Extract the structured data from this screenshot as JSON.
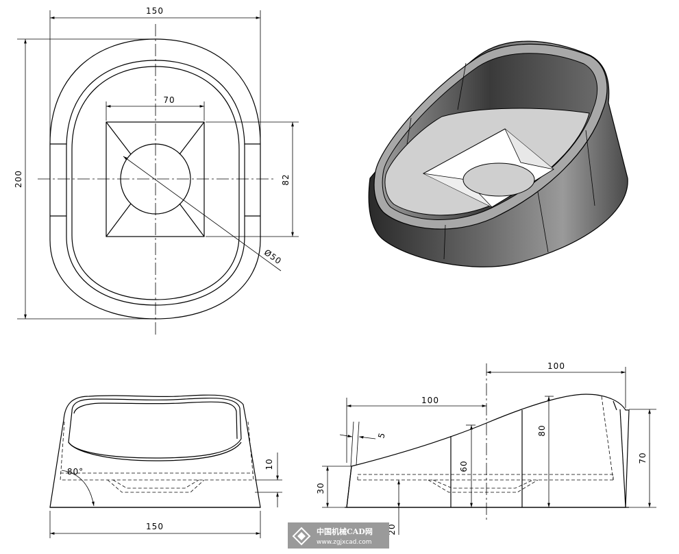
{
  "drawing": {
    "top_view": {
      "width_dim": "150",
      "height_dim": "200",
      "square_dim": "70",
      "square_height_dim": "82",
      "circle_dim": "Ø50"
    },
    "front_view": {
      "width_dim": "150",
      "angle_dim": "80°",
      "depth_dim": "10"
    },
    "side_view": {
      "length_dim_left": "100",
      "length_dim_right": "100",
      "wall_dim": "5",
      "height_left": "30",
      "height_mid": "60",
      "height_peak": "80",
      "height_right": "70",
      "base_dim": "20"
    }
  },
  "watermark": {
    "site_name": "中国机械CAD网",
    "url": "www.zgjxcad.com"
  },
  "colors": {
    "line": "#000000",
    "body_dark": "#3a3a3a",
    "body_light": "#8a8a8a",
    "floor": "#cfcfcf",
    "watermark_bg": "#9a9a9a"
  }
}
